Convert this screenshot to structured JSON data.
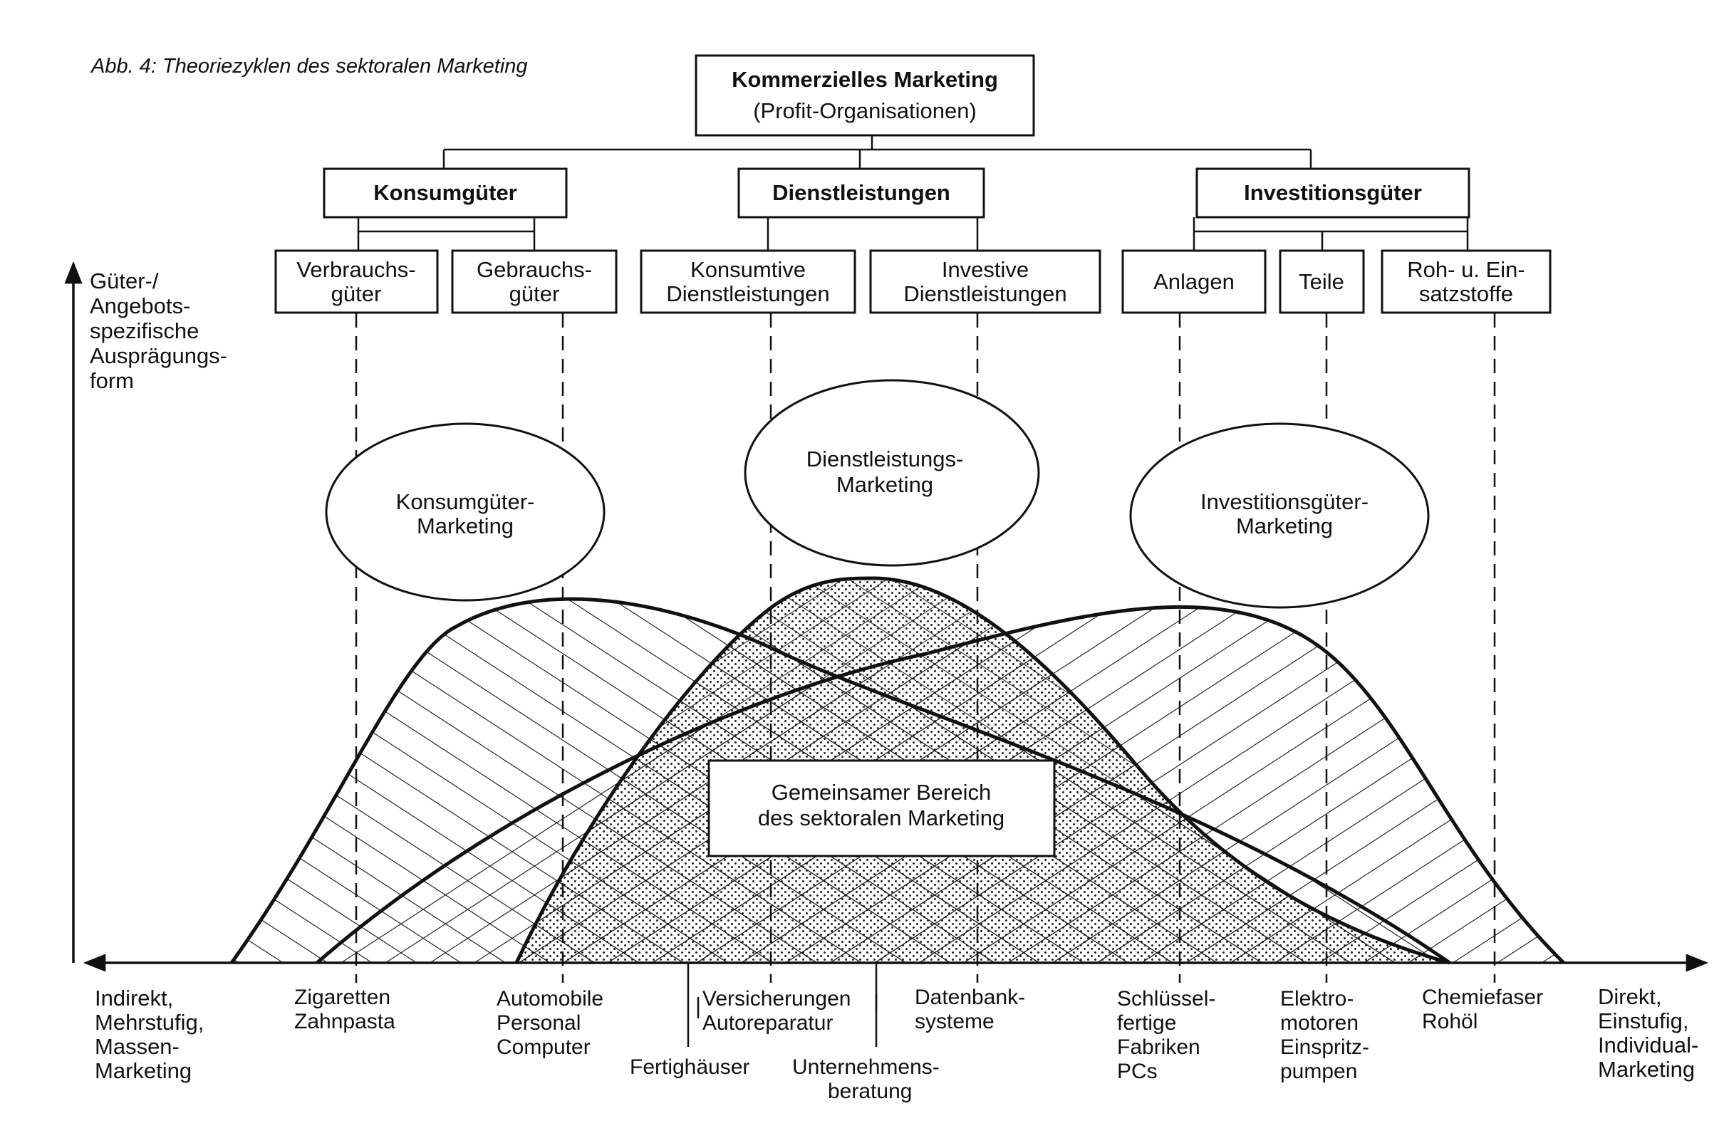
{
  "caption": "Abb. 4: Theoriezyklen des sektoralen Marketing",
  "root": {
    "title": "Kommerzielles Marketing",
    "subtitle": "(Profit-Organisationen)"
  },
  "sectors": [
    {
      "label": "Konsumgüter"
    },
    {
      "label": "Dienstleistungen"
    },
    {
      "label": "Investitionsgüter"
    }
  ],
  "subcategories": [
    {
      "lines": [
        "Verbrauchs-",
        "güter"
      ]
    },
    {
      "lines": [
        "Gebrauchs-",
        "güter"
      ]
    },
    {
      "lines": [
        "Konsumtive",
        "Dienstleistungen"
      ]
    },
    {
      "lines": [
        "Investive",
        "Dienstleistungen"
      ]
    },
    {
      "lines": [
        "Anlagen"
      ]
    },
    {
      "lines": [
        "Teile"
      ]
    },
    {
      "lines": [
        "Roh- u. Ein-",
        "satzstoffe"
      ]
    }
  ],
  "y_axis_label": [
    "Güter-/",
    "Angebots-",
    "spezifische",
    "Ausprägungs-",
    "form"
  ],
  "marketing_types": [
    {
      "lines": [
        "Konsumgüter-",
        "Marketing"
      ]
    },
    {
      "lines": [
        "Dienstleistungs-",
        "Marketing"
      ]
    },
    {
      "lines": [
        "Investitionsgüter-",
        "Marketing"
      ]
    }
  ],
  "common_area": [
    "Gemeinsamer Bereich",
    "des sektoralen Marketing"
  ],
  "axis_left": [
    "Indirekt,",
    "Mehrstufig,",
    "Massen-",
    "Marketing"
  ],
  "axis_right": [
    "Direkt,",
    "Einstufig,",
    "Individual-",
    "Marketing"
  ],
  "examples": [
    {
      "lines": [
        "Zigaretten",
        "Zahnpasta"
      ]
    },
    {
      "lines": [
        "Automobile",
        "Personal",
        "Computer"
      ]
    },
    {
      "lines": [
        "Fertighäuser"
      ]
    },
    {
      "lines": [
        "Versicherungen",
        "Autoreparatur"
      ]
    },
    {
      "lines": [
        "Unternehmens-",
        "beratung"
      ]
    },
    {
      "lines": [
        "Datenbank-",
        "systeme"
      ]
    },
    {
      "lines": [
        "Schlüssel-",
        "fertige",
        "Fabriken",
        "PCs"
      ]
    },
    {
      "lines": [
        "Elektro-",
        "motoren",
        "Einspritz-",
        "pumpen"
      ]
    },
    {
      "lines": [
        "Chemiefaser",
        "Rohöl"
      ]
    }
  ]
}
